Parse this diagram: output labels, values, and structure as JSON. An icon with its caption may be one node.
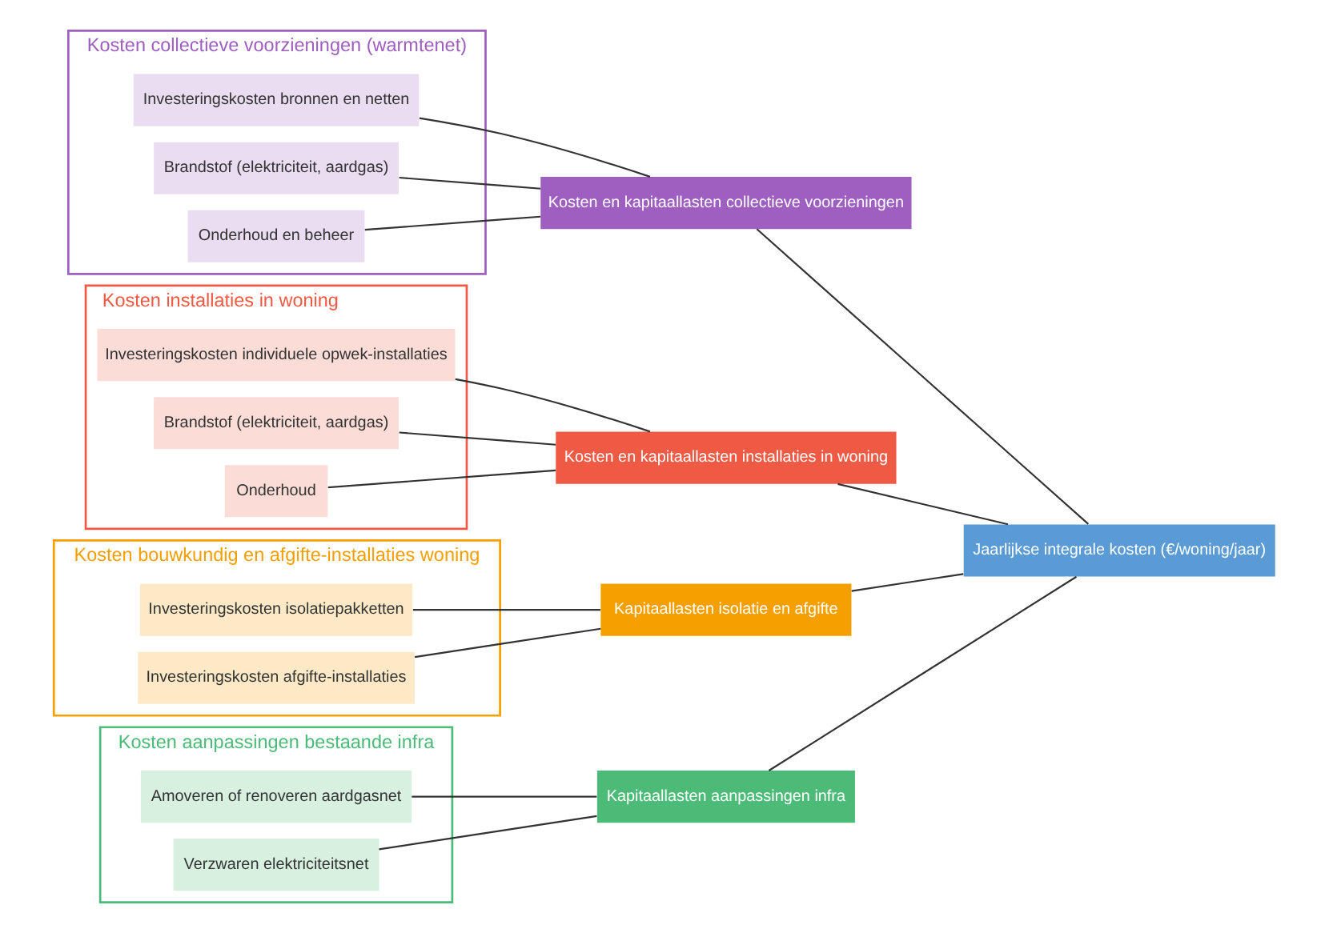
{
  "diagram": {
    "nodes": [
      {
        "text": [
          "Kosten collectieve voorzieningen (warmtenet)"
        ]
      },
      {
        "text": [
          "Investeringskosten bronnen en netten"
        ],
        "in": 0
      },
      {
        "text": [
          "Brandstof (elektriciteit, aardgas)"
        ],
        "in": 0
      },
      {
        "text": [
          "Onderhoud en beheer"
        ],
        "in": 0
      },
      {
        "text": [
          "Kosten installaties in woning"
        ]
      },
      {
        "text": [
          "Investeringskosten individuele opwek-installaties"
        ],
        "in": 4
      },
      {
        "text": [
          "Brandstof (elektriciteit, aardgas)"
        ],
        "in": 4
      },
      {
        "text": [
          "Onderhoud"
        ],
        "in": 4
      },
      {
        "text": [
          "Kosten bouwkundig en afgifte-installaties woning"
        ]
      },
      {
        "text": [
          "Investeringskosten isolatiepakketten"
        ],
        "in": 8
      },
      {
        "text": [
          "Investeringskosten afgifte-installaties"
        ],
        "in": 8
      },
      {
        "text": [
          "Kosten aanpassingen bestaande infra"
        ]
      },
      {
        "text": [
          "Amoveren of renoveren aardgasnet"
        ],
        "in": 11
      },
      {
        "text": [
          "Verzwaren elektriciteitsnet"
        ],
        "in": 11
      },
      {
        "text": [
          "Kosten en kapitaallasten collectieve voorzieningen"
        ]
      },
      {
        "text": [
          "Kosten en kapitaallasten installaties in woning"
        ]
      },
      {
        "text": [
          "Kapitaallasten isolatie en afgifte"
        ]
      },
      {
        "text": [
          "Kapitaallasten aanpassingen infra"
        ]
      },
      {
        "text": [
          "Jaarlijkse integrale kosten (€/woning/jaar)"
        ]
      }
    ],
    "edges": [
      {
        "from": 1,
        "to": 14,
        "arrow": "none"
      },
      {
        "from": 2,
        "to": 14,
        "arrow": "none"
      },
      {
        "from": 3,
        "to": 14,
        "arrow": "none"
      },
      {
        "from": 5,
        "to": 15,
        "arrow": "none"
      },
      {
        "from": 6,
        "to": 15,
        "arrow": "none"
      },
      {
        "from": 7,
        "to": 15,
        "arrow": "none"
      },
      {
        "from": 9,
        "to": 16,
        "arrow": "none"
      },
      {
        "from": 10,
        "to": 16,
        "arrow": "none"
      },
      {
        "from": 12,
        "to": 17,
        "arrow": "none"
      },
      {
        "from": 13,
        "to": 17,
        "arrow": "none"
      },
      {
        "from": 14,
        "to": 18,
        "arrow": "none"
      },
      {
        "from": 15,
        "to": 18,
        "arrow": "none"
      },
      {
        "from": 16,
        "to": 18,
        "arrow": "none"
      },
      {
        "from": 17,
        "to": 18,
        "arrow": "none"
      }
    ]
  }
}
